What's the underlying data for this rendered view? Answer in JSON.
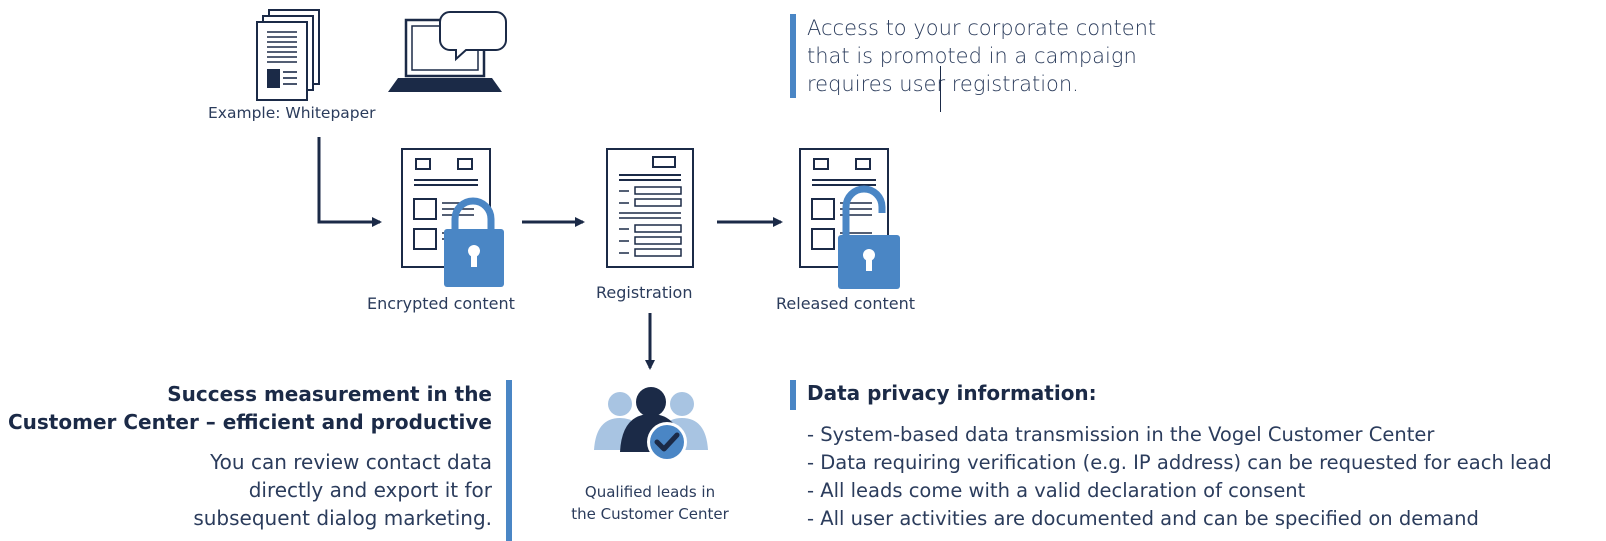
{
  "example": {
    "label": "Example: Whitepaper"
  },
  "intro": {
    "lines": [
      "Access to your corporate content",
      "that is promoted in a campaign",
      "requires user registration."
    ]
  },
  "flow": {
    "encrypted_label": "Encrypted content",
    "registration_label": "Registration",
    "released_label": "Released content"
  },
  "leads": {
    "lines": [
      "Qualified leads in",
      "the Customer Center"
    ]
  },
  "success": {
    "title_lines": [
      "Success measurement in the",
      "Customer Center – efficient and productive"
    ],
    "body_lines": [
      "You can review contact data",
      "directly and export it for",
      "subsequent dialog marketing."
    ]
  },
  "privacy": {
    "title": "Data privacy information:",
    "items": [
      "- System-based data transmission in the Vogel Customer Center",
      "- Data requiring verification (e.g. IP address) can be requested for each lead",
      "- All leads come with a valid declaration of consent",
      "- All user activities are documented and can be specified on demand"
    ]
  },
  "colors": {
    "navy": "#1b2a47",
    "accent": "#4a86c5",
    "text": "#2b3c5c"
  },
  "icons": [
    "documents-icon",
    "laptop-chat-icon",
    "locked-document-icon",
    "registration-form-icon",
    "unlocked-document-icon",
    "leads-people-check-icon"
  ]
}
